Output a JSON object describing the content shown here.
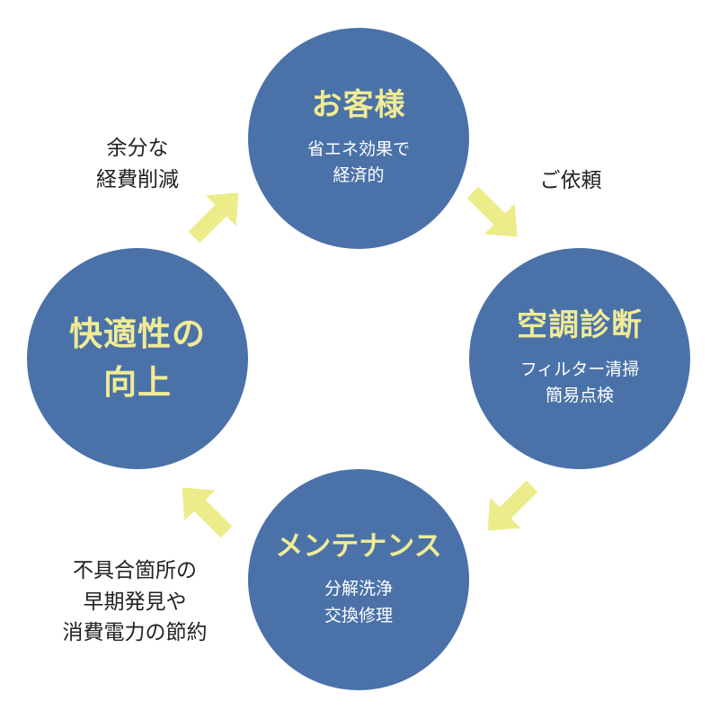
{
  "colors": {
    "circle_fill": "#4a72a9",
    "title_text": "#f0eb95",
    "subtitle_text": "#ffffff",
    "arrow_fill": "#ecec8a",
    "label_text": "#222222"
  },
  "nodes": {
    "top": {
      "title": "お客様",
      "sub": [
        "省エネ効果で",
        "経済的"
      ]
    },
    "right": {
      "title": "空調診断",
      "sub": [
        "フィルター清掃",
        "簡易点検"
      ]
    },
    "bottom": {
      "title": "メンテナンス",
      "sub": [
        "分解洗浄",
        "交換修理"
      ]
    },
    "left": {
      "title": [
        "快適性の",
        "向上"
      ]
    }
  },
  "labels": {
    "top_left": [
      "余分な",
      "経費削減"
    ],
    "top_right": [
      "ご依頼"
    ],
    "bottom_left": [
      "不具合箇所の",
      "早期発見や",
      "消費電力の節約"
    ]
  },
  "arrows": [
    {
      "from": "top",
      "to": "right",
      "icon": "arrow-icon"
    },
    {
      "from": "right",
      "to": "bottom",
      "icon": "arrow-icon"
    },
    {
      "from": "bottom",
      "to": "left",
      "icon": "arrow-icon"
    },
    {
      "from": "left",
      "to": "top",
      "icon": "arrow-icon"
    }
  ]
}
